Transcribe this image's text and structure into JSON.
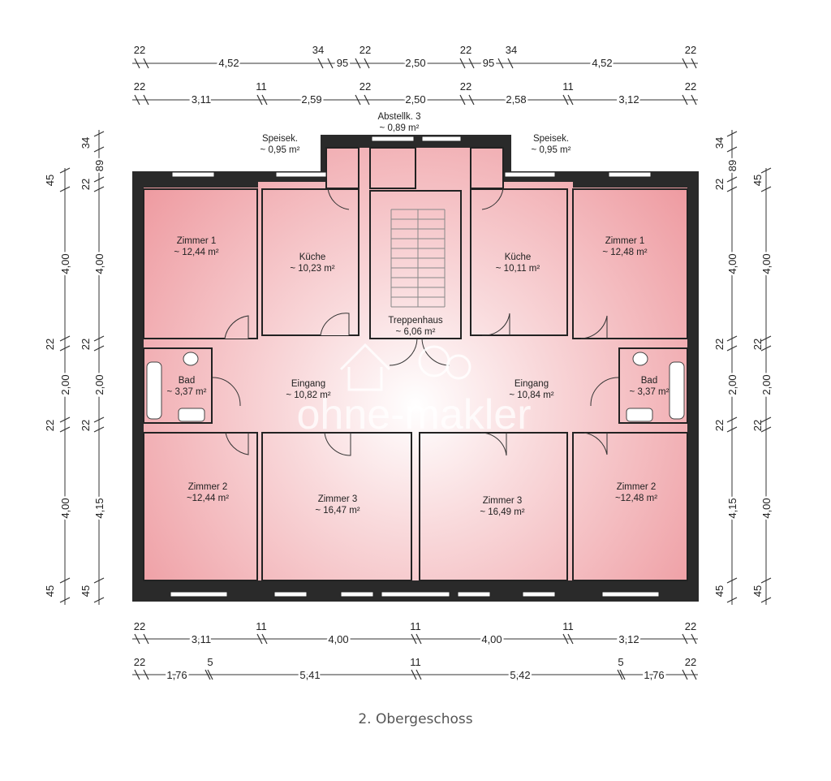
{
  "caption": "2. Obergeschoss",
  "watermark": "ohne-makler",
  "colors": {
    "room_fill": "#f2a9ae",
    "wall": "#222222",
    "dim_line": "#333333"
  },
  "rooms": {
    "left_zimmer1": {
      "name": "Zimmer 1",
      "area": "~ 12,44 m²"
    },
    "left_kueche": {
      "name": "Küche",
      "area": "~ 10,23 m²"
    },
    "left_speise": {
      "name": "Speisek.",
      "area": "~ 0,95 m²"
    },
    "abstellk": {
      "name": "Abstellk. 3",
      "area": "~ 0,89 m²"
    },
    "right_speise": {
      "name": "Speisek.",
      "area": "~ 0,95 m²"
    },
    "right_kueche": {
      "name": "Küche",
      "area": "~ 10,11 m²"
    },
    "right_zimmer1": {
      "name": "Zimmer 1",
      "area": "~ 12,48 m²"
    },
    "treppenhaus": {
      "name": "Treppenhaus",
      "area": "~ 6,06 m²"
    },
    "left_bad": {
      "name": "Bad",
      "area": "~ 3,37 m²"
    },
    "left_eingang": {
      "name": "Eingang",
      "area": "~ 10,82 m²"
    },
    "right_eingang": {
      "name": "Eingang",
      "area": "~ 10,84 m²"
    },
    "right_bad": {
      "name": "Bad",
      "area": "~ 3,37 m²"
    },
    "left_zimmer2": {
      "name": "Zimmer 2",
      "area": "~12,44 m²"
    },
    "left_zimmer3": {
      "name": "Zimmer 3",
      "area": "~ 16,47 m²"
    },
    "right_zimmer3": {
      "name": "Zimmer 3",
      "area": "~ 16,49 m²"
    },
    "right_zimmer2": {
      "name": "Zimmer 2",
      "area": "~12,48 m²"
    }
  },
  "dims": {
    "top1": [
      "22",
      "4,52",
      "34",
      "95",
      "22",
      "2,50",
      "22",
      "95",
      "34",
      "4,52",
      "22"
    ],
    "top2": [
      "22",
      "3,11",
      "11",
      "2,59",
      "22",
      "2,50",
      "22",
      "2,58",
      "11",
      "3,12",
      "22"
    ],
    "bottom1": [
      "22",
      "3,11",
      "11",
      "4,00",
      "11",
      "4,00",
      "11",
      "3,12",
      "22"
    ],
    "bottom2": [
      "22",
      "1,76",
      "5",
      "5,41",
      "11",
      "5,42",
      "5",
      "1,76",
      "22"
    ],
    "left_outer": [
      "45",
      "4,00",
      "22",
      "2,00",
      "22",
      "4,00",
      "45"
    ],
    "left_inner": [
      "34",
      "89",
      "22",
      "4,00",
      "22",
      "2,00",
      "22",
      "4,15",
      "45"
    ],
    "right_inner": [
      "34",
      "89",
      "22",
      "4,00",
      "22",
      "2,00",
      "22",
      "4,15",
      "45"
    ],
    "right_outer": [
      "45",
      "4,00",
      "22",
      "2,00",
      "22",
      "4,00",
      "45"
    ]
  }
}
